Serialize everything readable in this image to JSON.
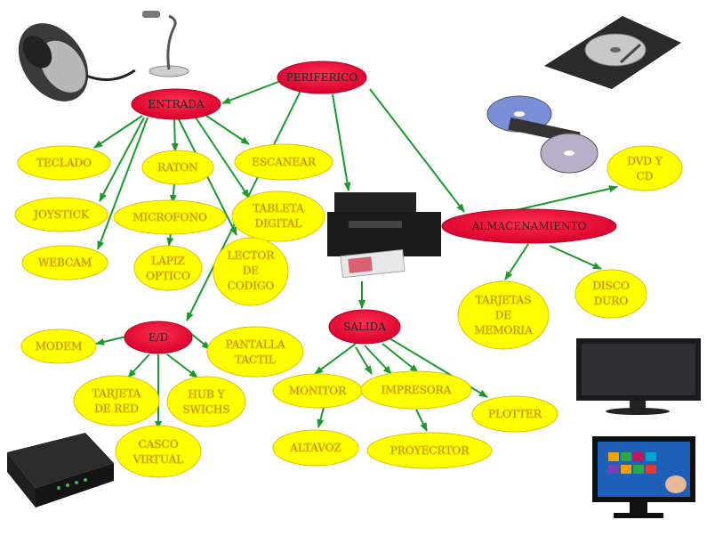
{
  "colors": {
    "root_fill": "#e2003a",
    "root_stroke": "#b8002c",
    "leaf_fill": "#ffff00",
    "leaf_stroke": "#e0c000",
    "arrow": "#1a9a2a"
  },
  "nodes": {
    "periferico": "PERIFERICO",
    "entrada": "ENTRADA",
    "almacenamiento": "ALMACENAMIENTO",
    "salida": "SALIDA",
    "ed": "E/D",
    "teclado": "TECLADO",
    "raton": "RATON",
    "escanear": "ESCANEAR",
    "joystick": "JOYSTICK",
    "microfono": "MICROFONO",
    "tableta_l1": "TABLETA",
    "tableta_l2": "DIGITAL",
    "webcam": "WEBCAM",
    "lapiz_l1": "LAPIZ",
    "lapiz_l2": "OPTICO",
    "lector_l1": "LECTOR",
    "lector_l2": "DE",
    "lector_l3": "CODIGO",
    "dvd_l1": "DVD Y",
    "dvd_l2": "CD",
    "tarjetas_l1": "TARJETAS",
    "tarjetas_l2": "DE",
    "tarjetas_l3": "MEMORIA",
    "disco_l1": "DISCO",
    "disco_l2": "DURO",
    "modem": "MODEM",
    "pantalla_l1": "PANTALLA",
    "pantalla_l2": "TACTIL",
    "tarjeta_red_l1": "TARJETA",
    "tarjeta_red_l2": "DE RED",
    "hub_l1": "HUB Y",
    "hub_l2": "SWICHS",
    "casco_l1": "CASCO",
    "casco_l2": "VIRTUAL",
    "monitor": "MONITOR",
    "impresora": "IMPRESORA",
    "plotter": "PLOTTER",
    "altavoz": "ALTAVOZ",
    "proyector": "PROYECRTOR"
  },
  "images": {
    "mouse": "mouse-image",
    "microphone": "microphone-image",
    "hard_drive": "hard-drive-image",
    "discs": "optical-discs-image",
    "printer": "printer-image",
    "monitor": "monitor-image",
    "modem": "modem-image",
    "touchscreen": "touchscreen-image"
  }
}
